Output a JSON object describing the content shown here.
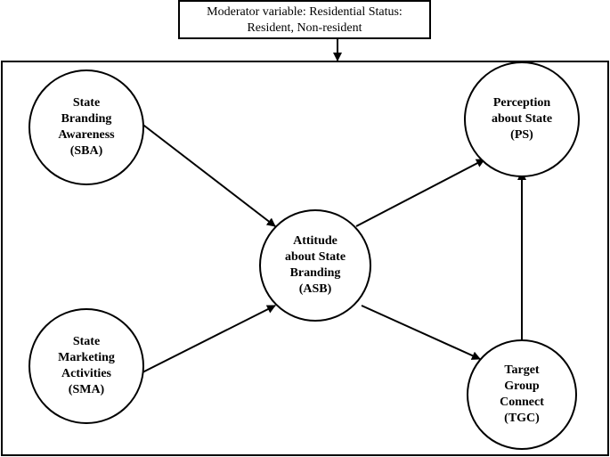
{
  "moderator": {
    "line1": "Moderator variable: Residential Status:",
    "line2": "Resident, Non-resident"
  },
  "nodes": {
    "sba": {
      "lines": [
        "State",
        "Branding",
        "Awareness",
        "(SBA)"
      ]
    },
    "sma": {
      "lines": [
        "State",
        "Marketing",
        "Activities",
        "(SMA)"
      ]
    },
    "asb": {
      "lines": [
        "Attitude",
        "about State",
        "Branding",
        "(ASB)"
      ]
    },
    "ps": {
      "lines": [
        "Perception",
        "about State",
        "(PS)"
      ]
    },
    "tgc": {
      "lines": [
        "Target",
        "Group",
        "Connect",
        "(TGC)"
      ]
    }
  }
}
